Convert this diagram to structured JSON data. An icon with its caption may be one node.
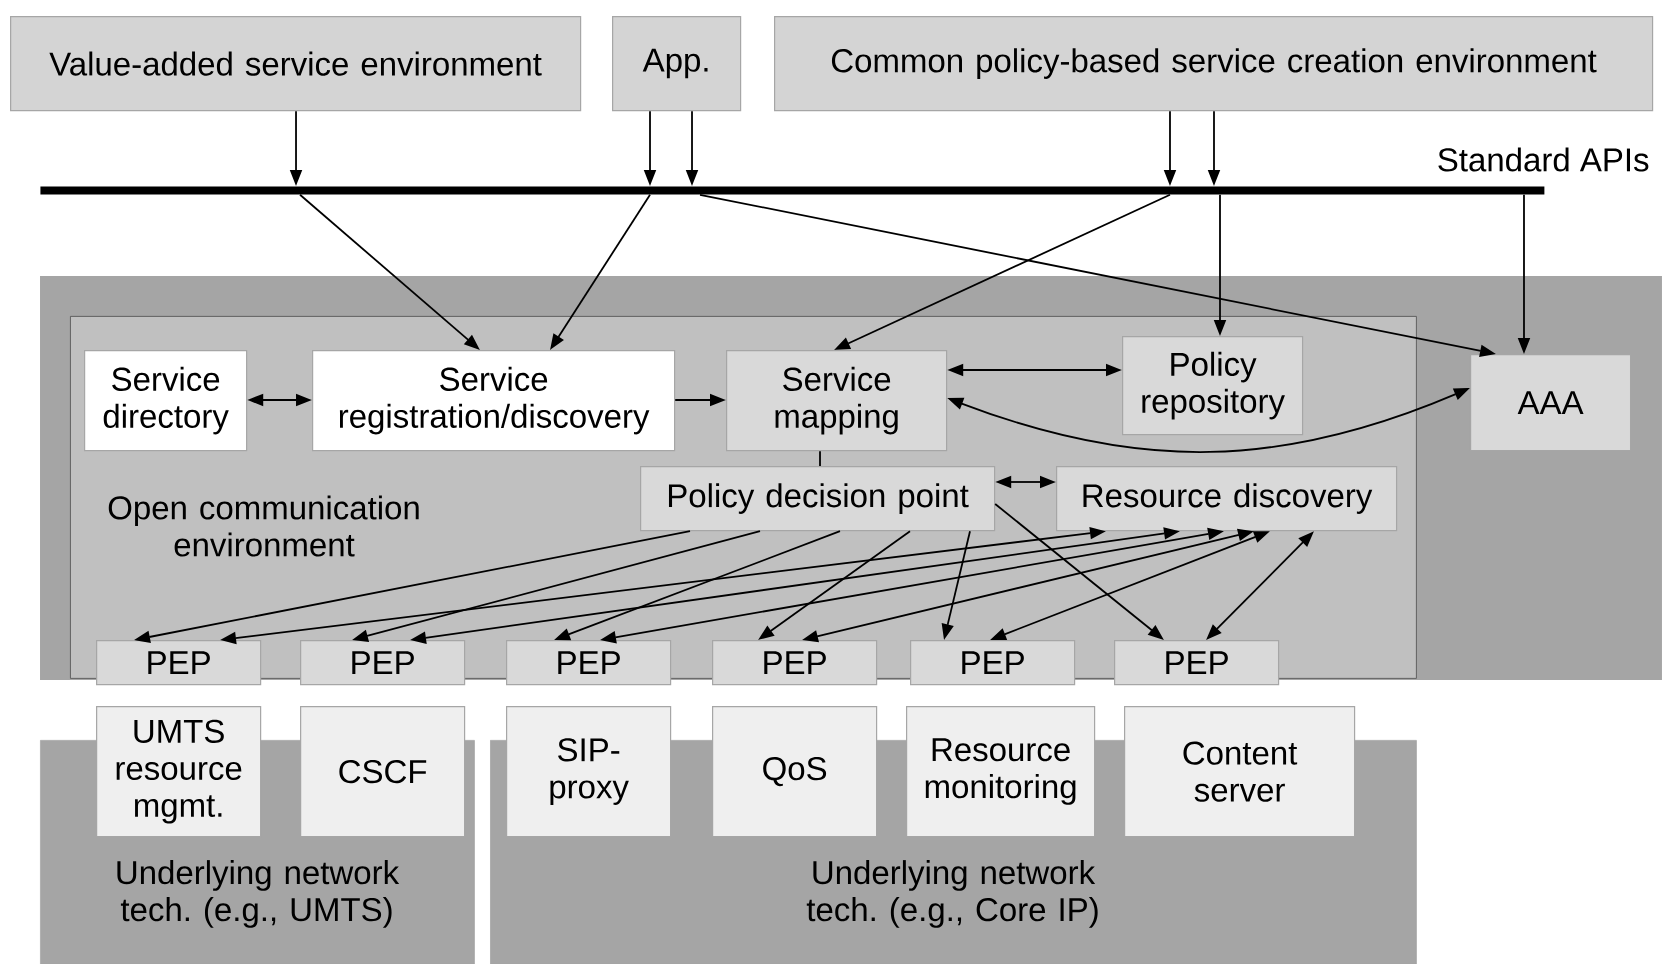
{
  "diagram": {
    "nodes": [
      {
        "text": [
          "Value-added service environment"
        ]
      },
      {
        "text": [
          "App."
        ]
      },
      {
        "text": [
          "Common policy-based service creation environment"
        ]
      },
      {
        "text": [],
        "shape": "bar",
        "beside": [
          "Standard APIs"
        ]
      },
      {
        "text": [
          "Open communication environment"
        ]
      },
      {
        "text": [
          "Service directory"
        ],
        "in": 4
      },
      {
        "text": [
          "Service registration/discovery"
        ],
        "in": 4
      },
      {
        "text": [
          "Service mapping"
        ],
        "in": 4
      },
      {
        "text": [
          "Policy repository"
        ],
        "in": 4
      },
      {
        "text": [
          "AAA"
        ]
      },
      {
        "text": [
          "Policy decision point"
        ],
        "in": 4
      },
      {
        "text": [
          "Resource discovery"
        ],
        "in": 4
      },
      {
        "text": [
          "PEP"
        ]
      },
      {
        "text": [
          "PEP"
        ]
      },
      {
        "text": [
          "PEP"
        ]
      },
      {
        "text": [
          "PEP"
        ]
      },
      {
        "text": [
          "PEP"
        ]
      },
      {
        "text": [
          "PEP"
        ]
      },
      {
        "text": [
          "UMTS resource mgmt."
        ]
      },
      {
        "text": [
          "CSCF"
        ]
      },
      {
        "text": [
          "SIP-proxy"
        ]
      },
      {
        "text": [
          "QoS"
        ]
      },
      {
        "text": [
          "Resource monitoring"
        ]
      },
      {
        "text": [
          "Content server"
        ]
      },
      {
        "text": [
          "Underlying network tech. (e.g., UMTS)"
        ]
      },
      {
        "text": [
          "Underlying network tech. (e.g., Core IP)"
        ]
      }
    ],
    "edges": [
      {
        "from": 0,
        "to": 3,
        "arrow": "to"
      },
      {
        "from": 1,
        "to": 3,
        "arrow": "to"
      },
      {
        "from": 1,
        "to": 3,
        "arrow": "to"
      },
      {
        "from": 2,
        "to": 3,
        "arrow": "to"
      },
      {
        "from": 2,
        "to": 3,
        "arrow": "to"
      },
      {
        "from": 3,
        "to": 6,
        "arrow": "to"
      },
      {
        "from": 3,
        "to": 6,
        "arrow": "to"
      },
      {
        "from": 3,
        "to": 9,
        "arrow": "to"
      },
      {
        "from": 3,
        "to": 7,
        "arrow": "to"
      },
      {
        "from": 3,
        "to": 8,
        "arrow": "to"
      },
      {
        "from": 3,
        "to": 9,
        "arrow": "to"
      },
      {
        "from": 5,
        "to": 6,
        "arrow": "both"
      },
      {
        "from": 6,
        "to": 7,
        "arrow": "to"
      },
      {
        "from": 7,
        "to": 8,
        "arrow": "both"
      },
      {
        "from": 7,
        "to": 9,
        "arrow": "both"
      },
      {
        "from": 7,
        "to": 10,
        "arrow": "none"
      },
      {
        "from": 10,
        "to": 11,
        "arrow": "both"
      },
      {
        "from": 10,
        "to": 12,
        "arrow": "to"
      },
      {
        "from": 10,
        "to": 13,
        "arrow": "to"
      },
      {
        "from": 10,
        "to": 14,
        "arrow": "to"
      },
      {
        "from": 10,
        "to": 15,
        "arrow": "to"
      },
      {
        "from": 10,
        "to": 16,
        "arrow": "to"
      },
      {
        "from": 10,
        "to": 17,
        "arrow": "to"
      },
      {
        "from": 11,
        "to": 12,
        "arrow": "both"
      },
      {
        "from": 11,
        "to": 13,
        "arrow": "both"
      },
      {
        "from": 11,
        "to": 14,
        "arrow": "both"
      },
      {
        "from": 11,
        "to": 15,
        "arrow": "both"
      },
      {
        "from": 11,
        "to": 16,
        "arrow": "both"
      },
      {
        "from": 11,
        "to": 17,
        "arrow": "both"
      }
    ]
  }
}
